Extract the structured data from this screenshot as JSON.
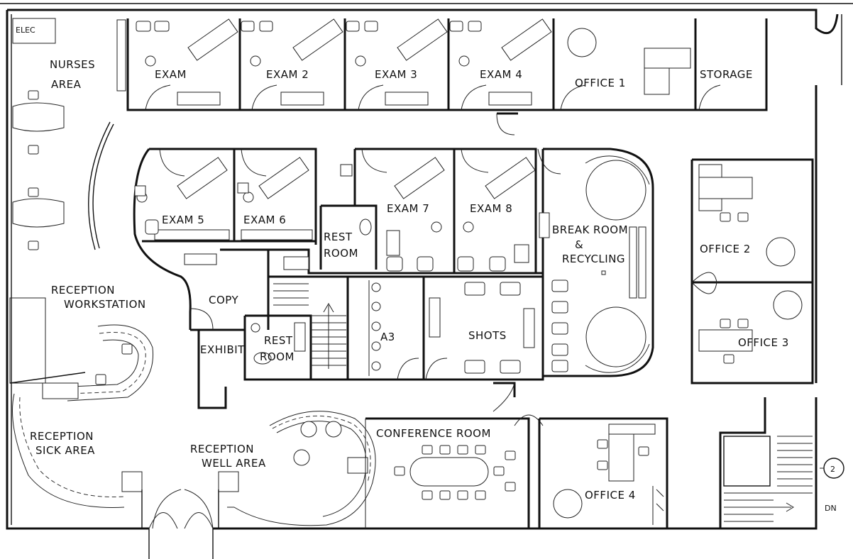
{
  "rooms": {
    "nurses_area": [
      "NURSES",
      "AREA"
    ],
    "exam_1": "EXAM",
    "exam_2": "EXAM 2",
    "exam_3": "EXAM 3",
    "exam_4": "EXAM 4",
    "office_1": "OFFICE 1",
    "storage": "STORAGE",
    "exam_5": "EXAM 5",
    "exam_6": "EXAM 6",
    "rest_room_1": [
      "REST",
      "ROOM"
    ],
    "exam_7": "EXAM 7",
    "exam_8": "EXAM 8",
    "break_room": [
      "BREAK ROOM",
      "&",
      "RECYCLING"
    ],
    "office_2": "OFFICE 2",
    "office_3": "OFFICE 3",
    "reception_workstation": [
      "RECEPTION",
      "WORKSTATION"
    ],
    "copy": "COPY",
    "exhibit": "EXHIBIT",
    "rest_room_2": [
      "REST",
      "ROOM"
    ],
    "a3": "A3",
    "shots": "SHOTS",
    "reception_sick_area": [
      "RECEPTION",
      "SICK AREA"
    ],
    "reception_well_area": [
      "RECEPTION",
      "WELL AREA"
    ],
    "conference_room": "CONFERENCE ROOM",
    "office_4": "OFFICE 4"
  },
  "annotations": {
    "top_left_tag": "ELEC",
    "grid_bubble": "2",
    "dn_label": "DN"
  }
}
